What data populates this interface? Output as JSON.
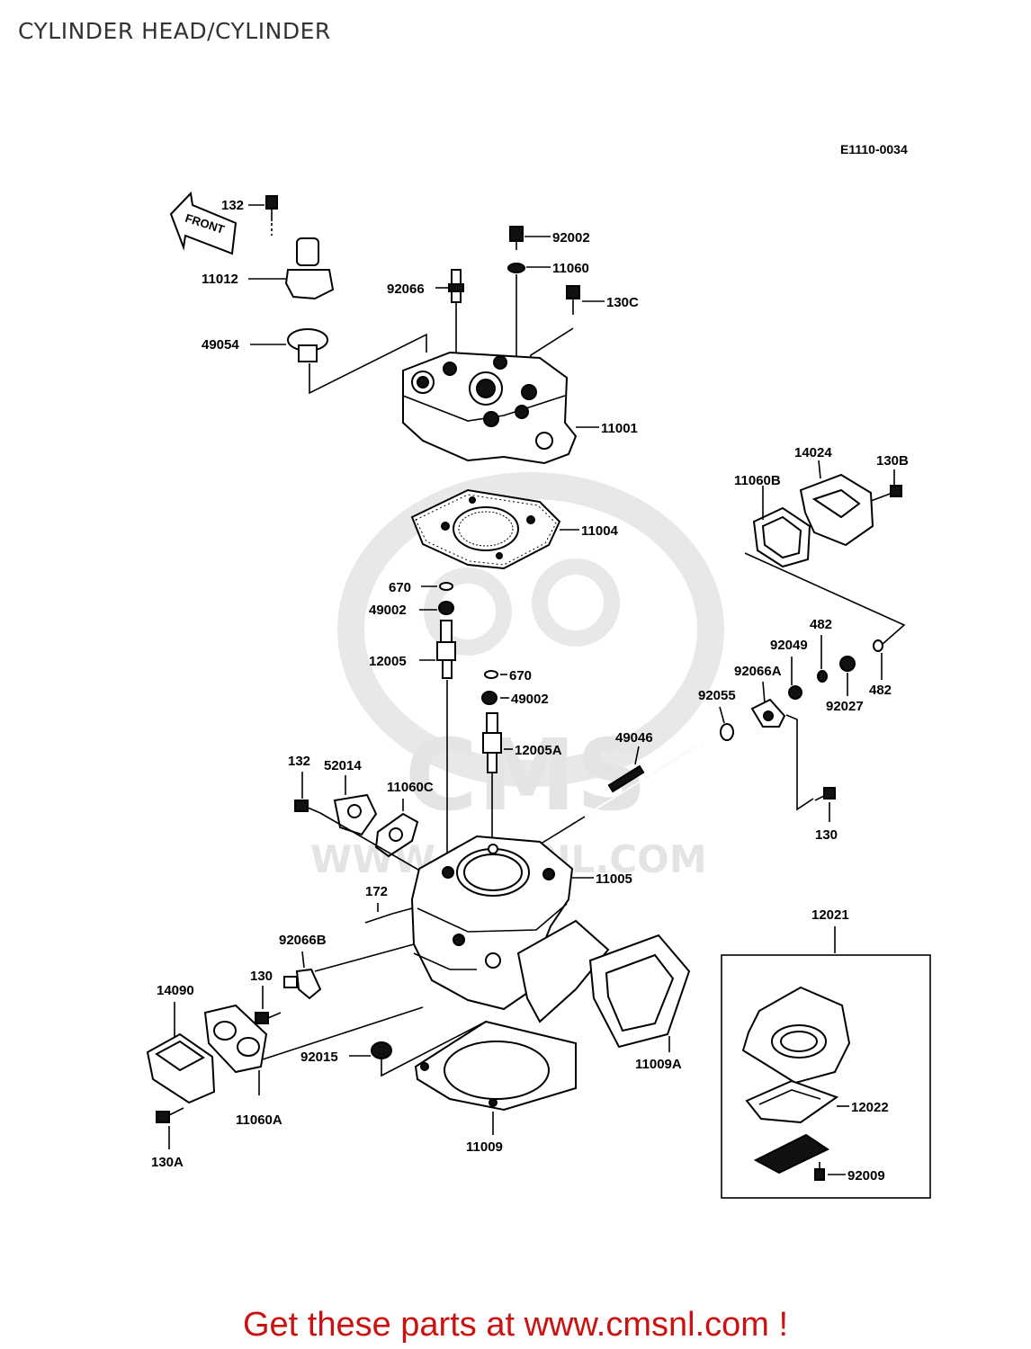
{
  "page": {
    "title": "CYLINDER HEAD/CYLINDER",
    "diagram_code": "E1110-0034",
    "footer": "Get these parts at www.cmsnl.com !"
  },
  "watermark": {
    "brand": "CMS",
    "site": "WWW.CMSNL.COM"
  },
  "labels": {
    "p132a": "132",
    "p11012": "11012",
    "p49054": "49054",
    "p92066": "92066",
    "p92002": "92002",
    "p11060": "11060",
    "p130c": "130C",
    "p11001": "11001",
    "p14024": "14024",
    "p130b": "130B",
    "p11060b": "11060B",
    "p11004": "11004",
    "p670a": "670",
    "p49002a": "49002",
    "p12005": "12005",
    "p670b": "670",
    "p49002b": "49002",
    "p12005a": "12005A",
    "p482a": "482",
    "p92049": "92049",
    "p92066a": "92066A",
    "p92055": "92055",
    "p92027": "92027",
    "p482b": "482",
    "p49046": "49046",
    "p132b": "132",
    "p52014": "52014",
    "p11060c": "11060C",
    "p130": "130",
    "p11005": "11005",
    "p172": "172",
    "p92066b": "92066B",
    "p130d": "130",
    "p14090": "14090",
    "p12021": "12021",
    "p92015": "92015",
    "p11009a": "11009A",
    "p12022": "12022",
    "p11060a": "11060A",
    "p11009": "11009",
    "p130a": "130A",
    "p92009": "92009",
    "front": "FRONT"
  }
}
